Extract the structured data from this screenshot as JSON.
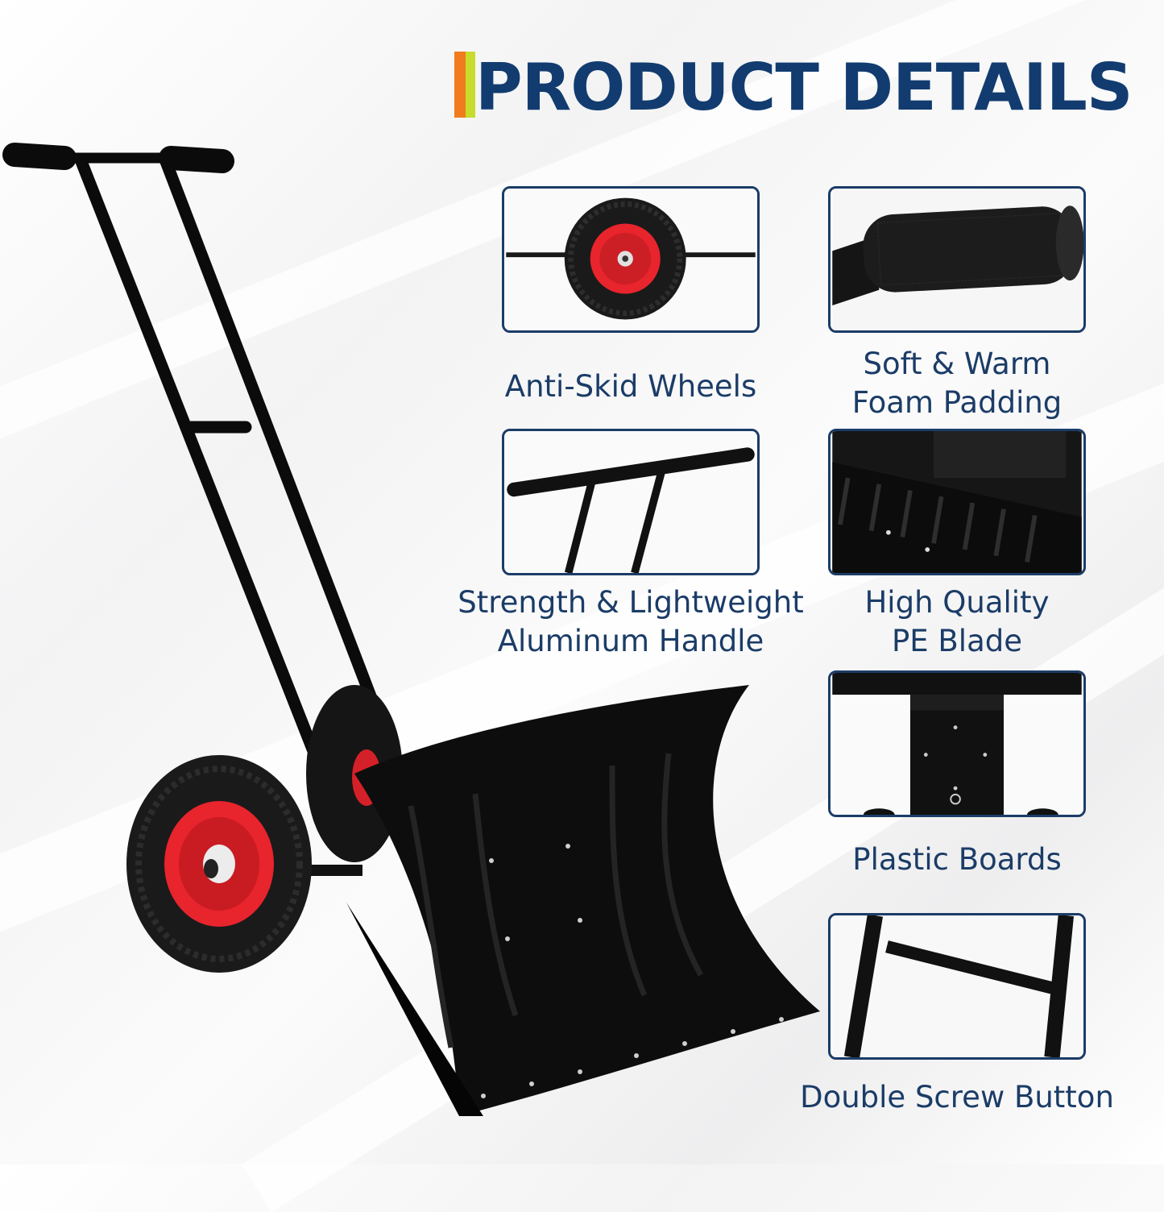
{
  "header": {
    "title": "PRODUCT DETAILS"
  },
  "colors": {
    "accent_orange": "#f07c1d",
    "accent_green": "#c7dc2c",
    "title_blue": "#123c70",
    "card_border": "#1b3c67",
    "wheel_hub": "#e8242d"
  },
  "features": [
    {
      "id": "wheels",
      "icon": "wheel-icon",
      "lines": [
        "Anti-Skid Wheels"
      ]
    },
    {
      "id": "padding",
      "icon": "foam-grip-icon",
      "lines": [
        "Soft & Warm",
        "Foam Padding"
      ]
    },
    {
      "id": "handle",
      "icon": "t-handle-icon",
      "lines": [
        "Strength & Lightweight",
        "Aluminum Handle"
      ]
    },
    {
      "id": "blade",
      "icon": "blade-edge-icon",
      "lines": [
        "High Quality",
        "PE Blade"
      ]
    },
    {
      "id": "boards",
      "icon": "mount-plate-icon",
      "lines": [
        "Plastic Boards"
      ]
    },
    {
      "id": "screw",
      "icon": "frame-icon",
      "lines": [
        "Double Screw Button"
      ]
    }
  ]
}
